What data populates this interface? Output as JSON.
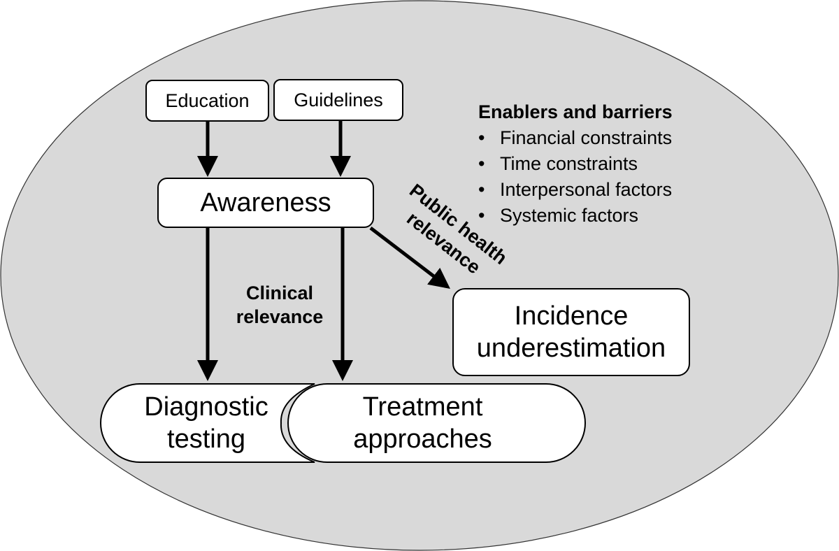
{
  "nodes": {
    "education": "Education",
    "guidelines": "Guidelines",
    "awareness": "Awareness",
    "incidence_line1": "Incidence",
    "incidence_line2": "underestimation",
    "diagnostic_line1": "Diagnostic",
    "diagnostic_line2": "testing",
    "treatment_line1": "Treatment",
    "treatment_line2": "approaches"
  },
  "edge_labels": {
    "clinical_line1": "Clinical",
    "clinical_line2": "relevance",
    "public_line1": "Public health",
    "public_line2": "relevance"
  },
  "enablers": {
    "title": "Enablers and barriers",
    "items": [
      "Financial constraints",
      "Time constraints",
      "Interpersonal factors",
      "Systemic factors"
    ]
  },
  "colors": {
    "ellipse_fill": "#d9d9d9",
    "box_fill": "#ffffff",
    "stroke": "#000000"
  }
}
